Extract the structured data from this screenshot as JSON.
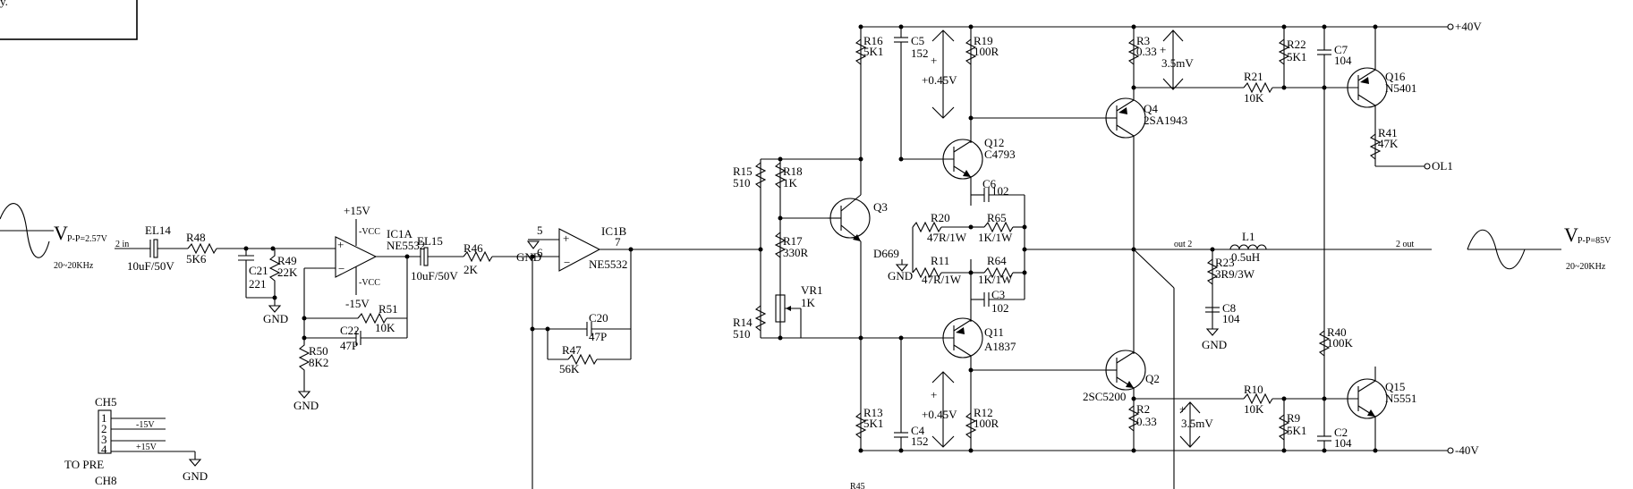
{
  "note_box": {
    "text": "y."
  },
  "rails": {
    "pos": "+40V",
    "neg": "-40V",
    "ol": "OL1"
  },
  "input": {
    "vpp": "V",
    "vpp_sub": "P-P=2.57V",
    "freq": "20~20KHz",
    "in_label": "2 in"
  },
  "output": {
    "vpp": "V",
    "vpp_sub": "P-P=85V",
    "freq": "20~20KHz",
    "out_label": "2 out",
    "out_node": "out 2"
  },
  "parts": {
    "EL14": {
      "ref": "EL14",
      "val": "10uF/50V"
    },
    "R48": {
      "ref": "R48",
      "val": "5K6"
    },
    "C21": {
      "ref": "C21",
      "val": "221"
    },
    "R49": {
      "ref": "R49",
      "val": "22K"
    },
    "IC1A": {
      "ref": "IC1A",
      "val": "NE5532",
      "vp": "+15V",
      "vpi": "-VCC",
      "vn": "-15V",
      "vni": "-VCC"
    },
    "EL15": {
      "ref": "EL15",
      "val": "10uF/50V"
    },
    "R46": {
      "ref": "R46",
      "val": "2K"
    },
    "R51": {
      "ref": "R51",
      "val": "10K"
    },
    "C22": {
      "ref": "C22",
      "val": "47P"
    },
    "R50": {
      "ref": "R50",
      "val": "8K2"
    },
    "IC1B": {
      "ref": "IC1B",
      "val": "NE5532",
      "p5": "5",
      "p6": "6",
      "p7": "7"
    },
    "C20": {
      "ref": "C20",
      "val": "47P"
    },
    "R47": {
      "ref": "R47",
      "val": "56K"
    },
    "R15": {
      "ref": "R15",
      "val": "510"
    },
    "R18": {
      "ref": "R18",
      "val": "1K"
    },
    "R17": {
      "ref": "R17",
      "val": "330R"
    },
    "VR1": {
      "ref": "VR1",
      "val": "1K"
    },
    "R14": {
      "ref": "R14",
      "val": "510"
    },
    "Q3": {
      "ref": "Q3",
      "val": "D669"
    },
    "R16": {
      "ref": "R16",
      "val": "5K1"
    },
    "C5": {
      "ref": "C5",
      "val": "152"
    },
    "R19": {
      "ref": "R19",
      "val": "100R"
    },
    "Q12": {
      "ref": "Q12",
      "val": "C4793"
    },
    "C6": {
      "ref": "C6",
      "val": "102"
    },
    "R20": {
      "ref": "R20",
      "val": "47R/1W"
    },
    "R65": {
      "ref": "R65",
      "val": "1K/1W"
    },
    "R11": {
      "ref": "R11",
      "val": "47R/1W"
    },
    "R64": {
      "ref": "R64",
      "val": "1K/1W"
    },
    "C3": {
      "ref": "C3",
      "val": "102"
    },
    "Q11": {
      "ref": "Q11",
      "val": "A1837"
    },
    "R13": {
      "ref": "R13",
      "val": "5K1"
    },
    "C4": {
      "ref": "C4",
      "val": "152"
    },
    "R12": {
      "ref": "R12",
      "val": "100R"
    },
    "R3": {
      "ref": "R3",
      "val": "0.33"
    },
    "Q4": {
      "ref": "Q4",
      "val": "2SA1943"
    },
    "R22": {
      "ref": "R22",
      "val": "5K1"
    },
    "C7": {
      "ref": "C7",
      "val": "104"
    },
    "R21": {
      "ref": "R21",
      "val": "10K"
    },
    "Q16": {
      "ref": "Q16",
      "val": "N5401"
    },
    "R41": {
      "ref": "R41",
      "val": "47K"
    },
    "L1": {
      "ref": "L1",
      "val": "0.5uH"
    },
    "R23": {
      "ref": "R23",
      "val": "3R9/3W"
    },
    "C8": {
      "ref": "C8",
      "val": "104"
    },
    "R40": {
      "ref": "R40",
      "val": "100K"
    },
    "Q15": {
      "ref": "Q15",
      "val": "N5551"
    },
    "Q2": {
      "ref": "Q2",
      "val": "2SC5200"
    },
    "R2": {
      "ref": "R2",
      "val": "0.33"
    },
    "R10": {
      "ref": "R10",
      "val": "10K"
    },
    "R9": {
      "ref": "R9",
      "val": "5K1"
    },
    "C2": {
      "ref": "C2",
      "val": "104"
    },
    "R45": {
      "ref": "R45"
    }
  },
  "bias": {
    "top_v": "+0.45V",
    "bot_v": "+0.45V",
    "top_mv": "3.5mV",
    "bot_mv": "3.5mV",
    "plus": "+"
  },
  "gnd": "GND",
  "connector": {
    "ch5": "CH5",
    "ch8": "CH8",
    "to_pre": "TO PRE",
    "pins": [
      "1",
      "2",
      "3",
      "4"
    ],
    "m15": "-15V",
    "p15": "+15V"
  }
}
